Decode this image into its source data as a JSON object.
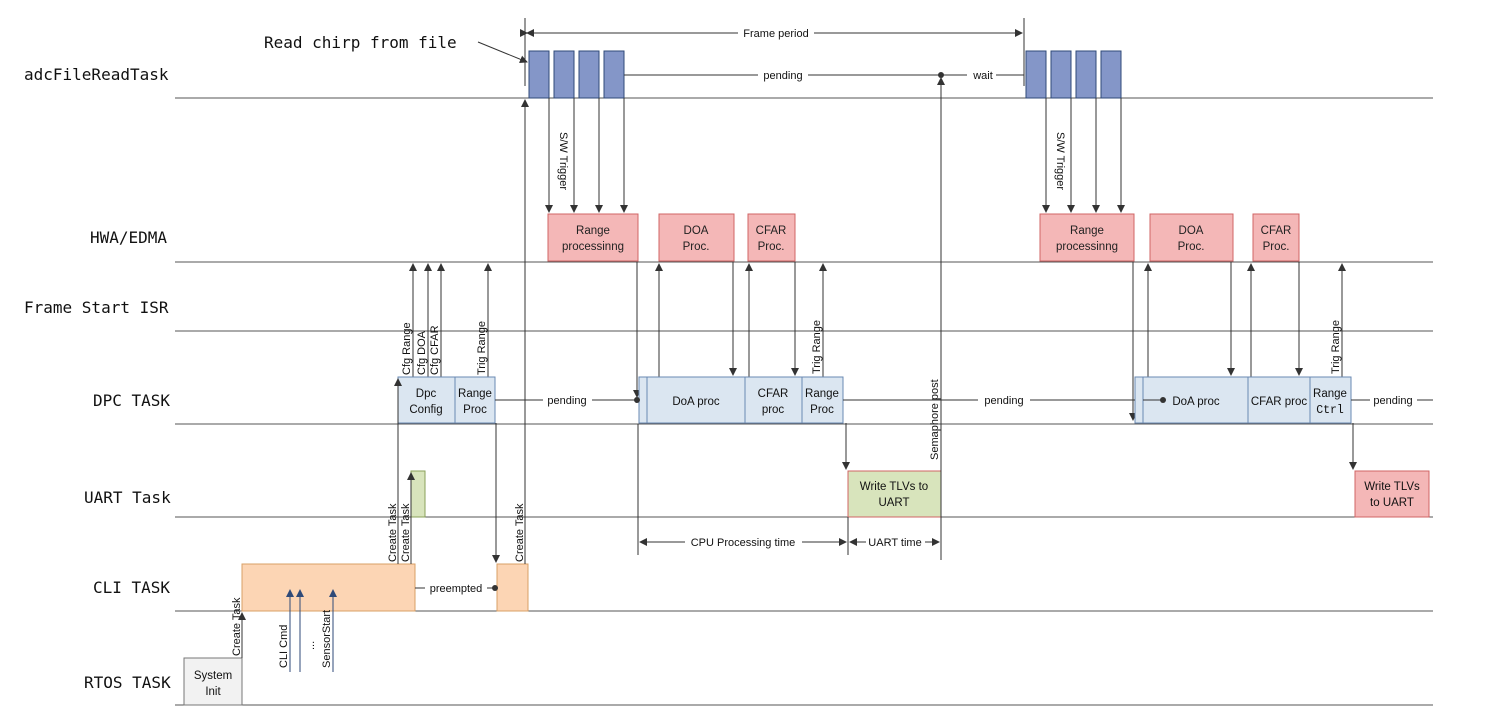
{
  "lanes": {
    "adc": "adcFileReadTask",
    "hwa": "HWA/EDMA",
    "isr": "Frame Start ISR",
    "dpc": "DPC TASK",
    "uart": "UART Task",
    "cli": "CLI TASK",
    "rtos": "RTOS TASK"
  },
  "annotations": {
    "read_chirp": "Read chirp from file",
    "frame_period": "Frame period",
    "pending": "pending",
    "wait": "wait",
    "preempted": "preempted",
    "cpu_time": "CPU Processing time",
    "uart_time": "UART time",
    "sw_trigger": "S/W Trigger",
    "cfg_range": "Cfg Range",
    "cfg_doa": "Cfg DOA",
    "cfg_cfar": "Cfg CFAR",
    "trig_range": "Trig Range",
    "semaphore_post": "Semaphore post",
    "create_task": "Create Task",
    "cli_cmd": "CLI Cmd",
    "ellipsis": "...",
    "sensor_start": "SensorStart"
  },
  "boxes": {
    "system_init_1": "System",
    "system_init_2": "Init",
    "range_processing_1": "Range",
    "range_processing_2": "processinng",
    "doa_1": "DOA",
    "doa_2": "Proc.",
    "cfar_1": "CFAR",
    "cfar_2": "Proc.",
    "dpc_config_1": "Dpc",
    "dpc_config_2": "Config",
    "range_proc_1": "Range",
    "range_proc_2": "Proc",
    "doa_proc": "DoA proc",
    "cfar_proc_1": "CFAR",
    "cfar_proc_2": "proc",
    "range_proc2_1": "Range",
    "range_proc2_2": "Proc",
    "write_tlvs_1": "Write TLVs to",
    "write_tlvs_2": "UART",
    "cfar_proc_single": "CFAR proc",
    "range_ctrl_1": "Range",
    "range_ctrl_2": "Ctrl",
    "write_tlvs2_1": "Write TLVs",
    "write_tlvs2_2": "to UART"
  },
  "colors": {
    "adc_block": "#8496c8",
    "hwa_block": "#f4b7b7",
    "dpc_block": "#dbe6f1",
    "uart_block": "#d8e4bc",
    "cli_block": "#fcd5b4",
    "rtos_block": "#f2f2f2"
  }
}
